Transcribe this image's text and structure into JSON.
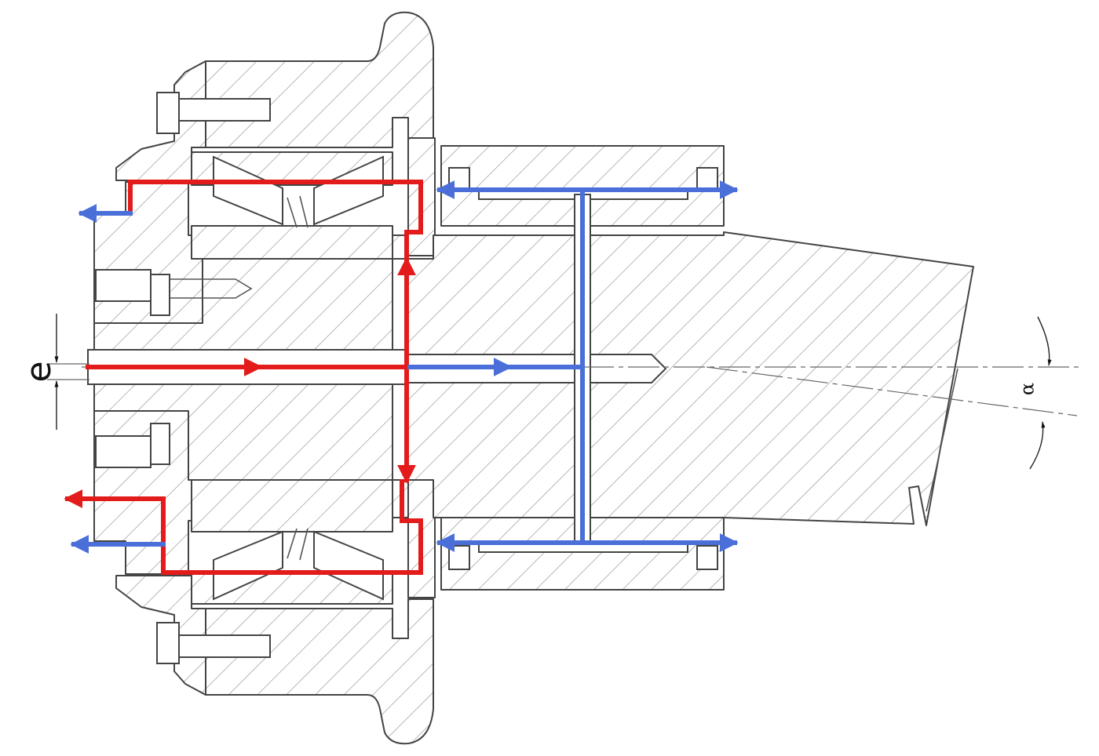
{
  "labels": {
    "eccentricity": "e",
    "angle": "α"
  },
  "colors": {
    "red_flow": "#e31b1b",
    "blue_flow": "#4a6fd8",
    "outline": "#444444",
    "hatch": "#9a9a9a"
  },
  "icons": {
    "flow_arrow": "triangle-arrowhead",
    "dimension_arrow": "filled-triangle"
  }
}
